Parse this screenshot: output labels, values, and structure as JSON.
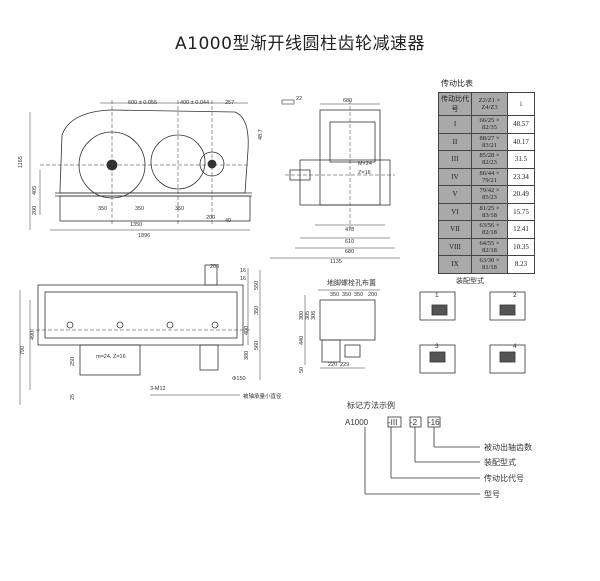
{
  "title": "A1000型渐开线圆柱齿轮减速器",
  "ratio_table": {
    "caption": "传动比表",
    "header": {
      "code": "传动比代号",
      "teeth": "Z2/Z1 × Z4/Z3",
      "ratio": "i"
    },
    "rows": [
      {
        "code": "I",
        "teeth": "66/25 × 82/35",
        "i": "48.57"
      },
      {
        "code": "II",
        "teeth": "88/27 × 83/21",
        "i": "40.17"
      },
      {
        "code": "III",
        "teeth": "85/28 × 82/23",
        "i": "31.5"
      },
      {
        "code": "IV",
        "teeth": "86/44 × 79/21",
        "i": "23.34"
      },
      {
        "code": "V",
        "teeth": "79/42 × 85/23",
        "i": "20.49"
      },
      {
        "code": "VI",
        "teeth": "81/25 × 83/18",
        "i": "15.75"
      },
      {
        "code": "VII",
        "teeth": "63/56 × 82/18",
        "i": "12.41"
      },
      {
        "code": "VIII",
        "teeth": "64/55 × 82/18",
        "i": "10.35"
      },
      {
        "code": "IX",
        "teeth": "63/30 × 81/18",
        "i": "8.23"
      }
    ]
  },
  "front_view": {
    "dims": [
      "600 ± 0.055",
      "400 ± 0.044",
      "257",
      "1165",
      "405",
      "200",
      "350",
      "350",
      "350",
      "200",
      "1350",
      "40",
      "1896"
    ]
  },
  "side_view": {
    "dims": [
      "22",
      "48.7",
      "680",
      "M×24",
      "Z=16",
      "478",
      "610",
      "680",
      "1135"
    ]
  },
  "top_view": {
    "dims": [
      "16",
      "16",
      "550",
      "350",
      "400",
      "490",
      "790",
      "560",
      "380",
      "250",
      "25",
      "200"
    ],
    "labels": {
      "gear": "m=24, Z=16",
      "bolt": "3-M12",
      "shaft": "Φ150",
      "note": "被轴承量小直径"
    }
  },
  "foot_view": {
    "caption": "地脚螺栓孔布置",
    "dims": [
      "350",
      "350",
      "350",
      "200",
      "300",
      "305",
      "306",
      "440",
      "220",
      "229",
      "50"
    ]
  },
  "assembly": {
    "caption": "装配型式",
    "numbers": [
      "1",
      "2",
      "3",
      "4"
    ]
  },
  "marking": {
    "caption": "标记方法示例",
    "example": [
      "A1000",
      "-III",
      "-2",
      "-16"
    ],
    "meanings": [
      "被动出轴齿数",
      "装配型式",
      "传动比代号",
      "型号"
    ]
  }
}
